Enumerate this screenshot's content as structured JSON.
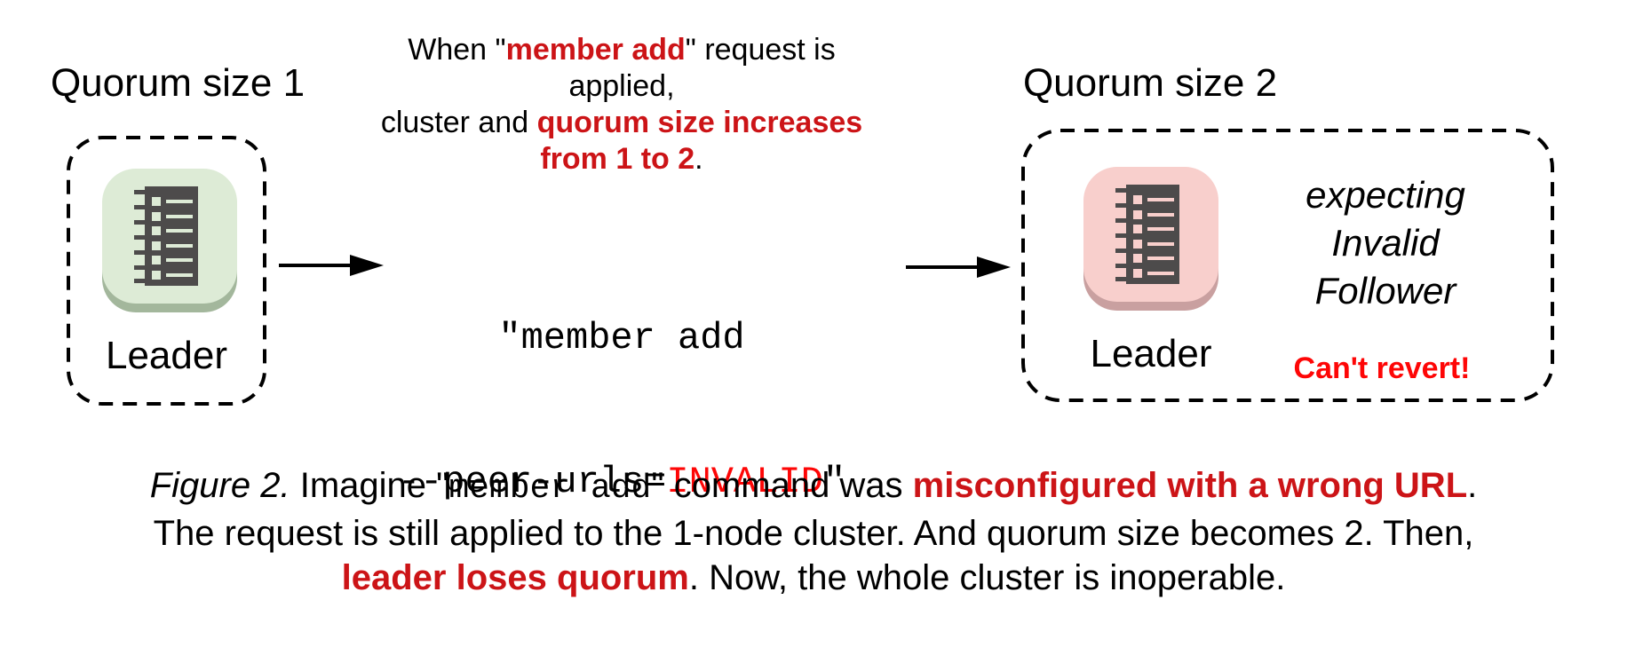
{
  "colors": {
    "crimson": "#cc1417",
    "bright-red": "#fe0606",
    "node-green": "#ddebd6",
    "node-green-edge": "#a3b79c",
    "node-pink": "#f8cfcc",
    "node-pink-edge": "#c9a0a0",
    "glyph": "#4d4b4b",
    "ink": "#000000"
  },
  "left_cluster": {
    "title": "Quorum size 1",
    "node_label": "Leader",
    "node_icon": "server-icon"
  },
  "transition_note": {
    "line1_pre": "When \"",
    "line1_em": "member add",
    "line1_post": "\" request is applied,",
    "line2_pre": "cluster and ",
    "line2_em": "quorum size increases",
    "line3_em": "from 1 to 2",
    "line3_post": "."
  },
  "command": {
    "line1": "\"member add",
    "line2_pre": "--peer-urls=",
    "line2_invalid": "INVALID",
    "line2_post": "\""
  },
  "right_cluster": {
    "title": "Quorum size 2",
    "node_label": "Leader",
    "node_icon": "server-icon",
    "expecting_line1": "expecting",
    "expecting_line2": "Invalid",
    "expecting_line3": "Follower",
    "warning": "Can't revert!"
  },
  "caption": {
    "figure_label": "Figure 2.",
    "s1": " Imagine \"",
    "code": "member add",
    "s2": "\" command was ",
    "em1": "misconfigured with a wrong URL",
    "s3": ".",
    "line2": "The request is still applied to the 1-node cluster. And quorum size becomes 2. Then,",
    "em2": "leader loses quorum",
    "s4": ". Now, the whole cluster is inoperable."
  }
}
